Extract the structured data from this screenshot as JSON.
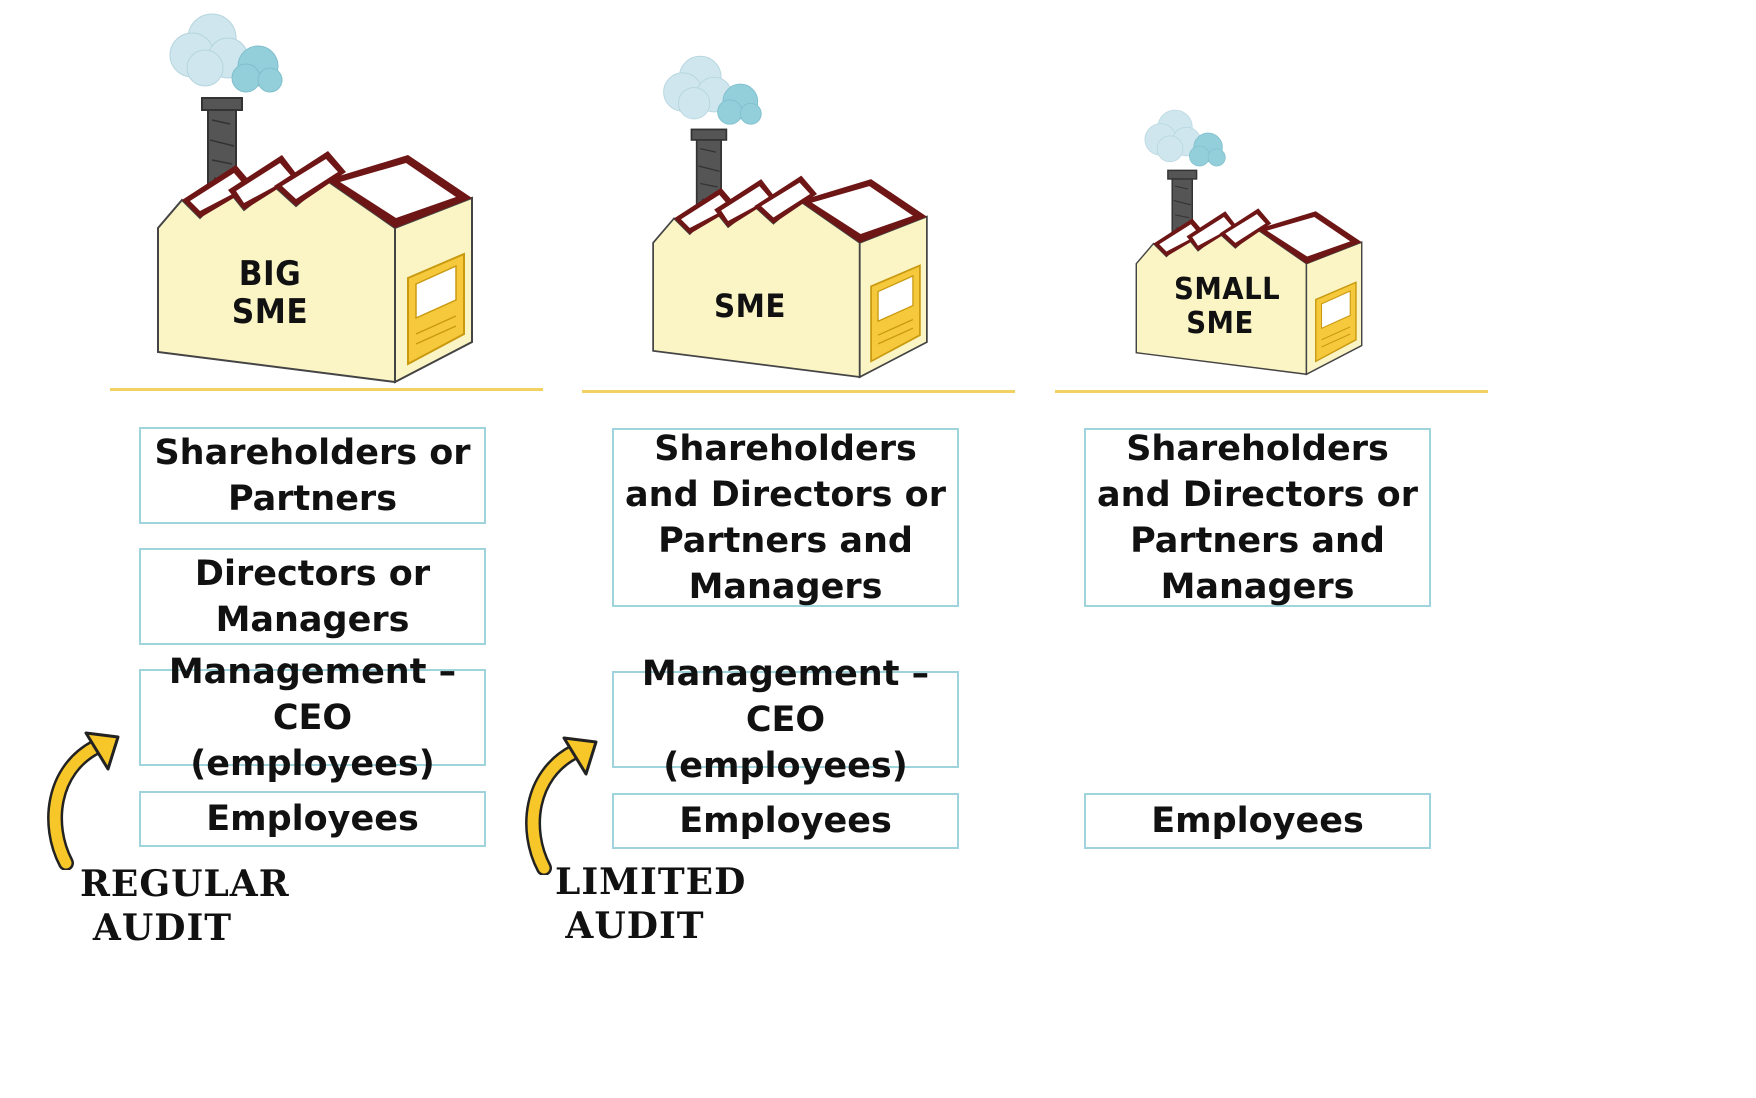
{
  "columns": [
    {
      "factory_label": "BIG SME",
      "boxes": [
        "Shareholders or Partners",
        "Directors or Managers",
        "Management – CEO (employees)",
        "Employees"
      ]
    },
    {
      "factory_label": "SME",
      "boxes": [
        "Shareholders and Directors or Partners and Managers",
        "Management – CEO (employees)",
        "Employees"
      ]
    },
    {
      "factory_label": "SMALL SME",
      "boxes": [
        "Shareholders and Directors or Partners and Managers",
        "Employees"
      ]
    }
  ],
  "audits": [
    {
      "label": "REGULAR AUDIT"
    },
    {
      "label": "LIMITED AUDIT"
    }
  ],
  "colors": {
    "factory_wall": "#fbf5c6",
    "roof": "#6e1515",
    "door": "#f6c93c",
    "chimney": "#555555",
    "smoke_light": "#cfe6ee",
    "smoke_dark": "#93cfdb",
    "divider": "#f3d264",
    "box_border": "#9fd4dd",
    "arrow": "#f7c628"
  }
}
